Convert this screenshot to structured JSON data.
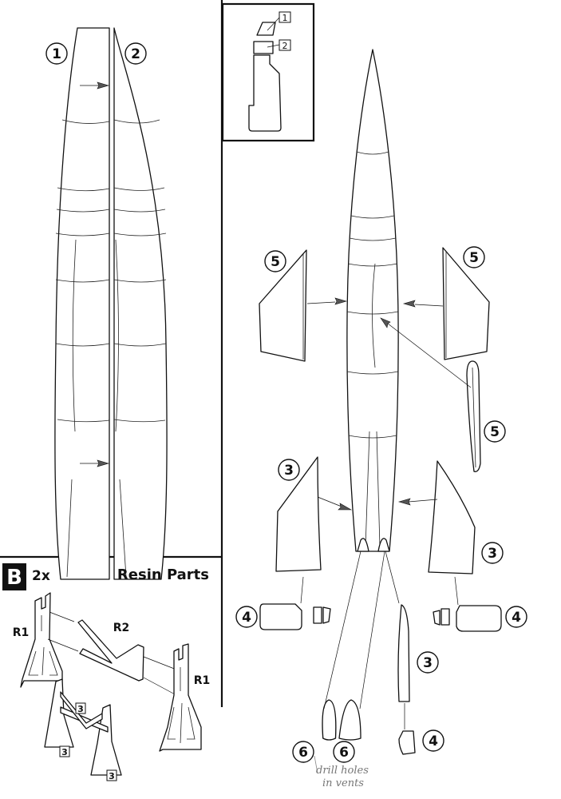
{
  "step_a": {
    "part_labels": {
      "half_left": "1",
      "half_right": "2"
    }
  },
  "inset": {
    "labels": [
      "1",
      "2"
    ]
  },
  "assembly": {
    "labels": {
      "fin_left": "5",
      "fin_right": "5",
      "fin_lower": "5",
      "wing_left": "3",
      "wing_right": "3",
      "rudder": "3",
      "engine_left": "4",
      "engine_right": "4",
      "engine_lower": "4",
      "vent_left": "6",
      "vent_right": "6"
    },
    "handwritten_note": [
      "drill holes",
      "in vents"
    ]
  },
  "step_b": {
    "step_letter": "B",
    "quantity": "2x",
    "title": "Resin Parts",
    "parts": {
      "stand_left": "R1",
      "crossbar": "R2",
      "stand_right": "R1"
    },
    "small_view_labels": [
      "3",
      "3",
      "3"
    ]
  }
}
